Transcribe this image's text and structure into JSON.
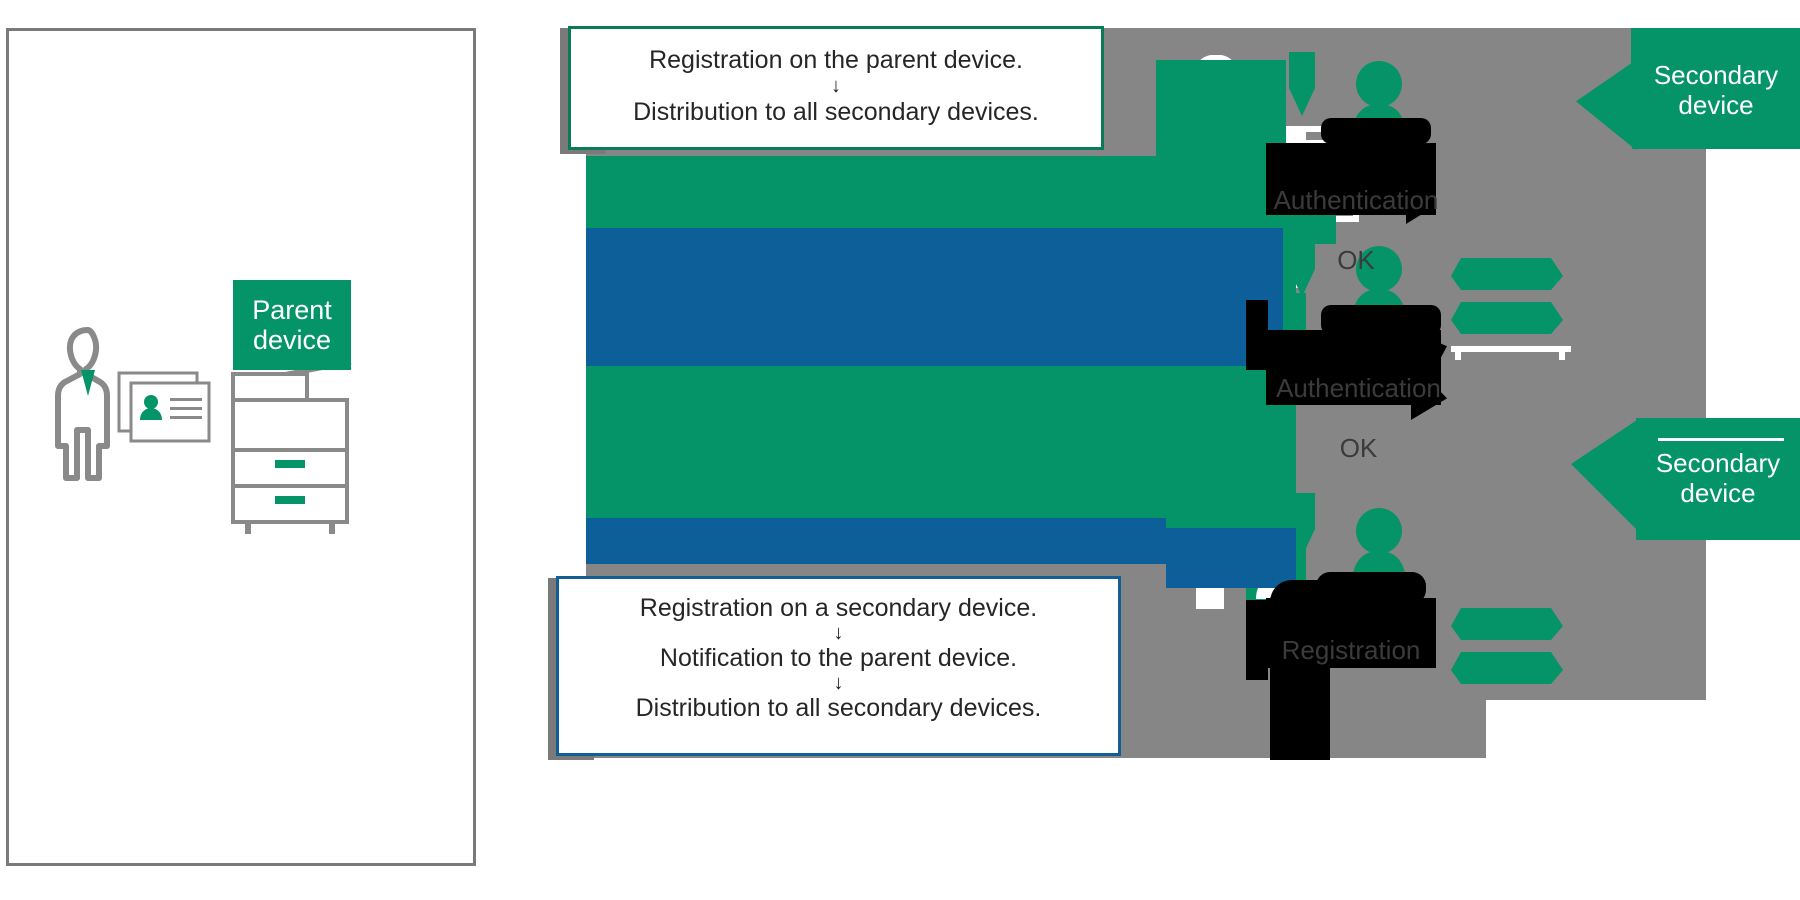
{
  "meta": {
    "title": "Card registration distribution between parent and secondary devices",
    "figure_kind": "diagram"
  },
  "colors": {
    "green": "#059467",
    "green_dark": "#0b7a56",
    "blue": "#0d5f99",
    "blue_dark": "#145e97",
    "gray_bg": "#868686",
    "gray_line": "#7a7a7a",
    "black": "#000000",
    "white": "#ffffff",
    "text": "#262626"
  },
  "left_panel": {
    "name": "parent-device-panel",
    "badge_label_line1": "Parent",
    "badge_label_line2": "device",
    "icons": [
      {
        "name": "person-icon",
        "description": "standing person with green necktie"
      },
      {
        "name": "id-card-stack-icon",
        "description": "two stacked ID cards with portrait and text lines"
      },
      {
        "name": "multifunction-printer-icon",
        "description": "MFP copier with two paper trays"
      }
    ]
  },
  "callouts": [
    {
      "name": "callout-parent-registration",
      "border_color": "#0b7a56",
      "lines": [
        "Registration on the parent device.",
        "Distribution to all secondary devices."
      ],
      "arrow": "↓"
    },
    {
      "name": "callout-secondary-registration",
      "border_color": "#145e97",
      "lines": [
        "Registration on a secondary device.",
        "Notification to the parent device.",
        "Distribution to all secondary devices."
      ],
      "arrow": "↓"
    }
  ],
  "secondary_badges": [
    {
      "name": "secondary-device-badge-top",
      "line1": "Secondary",
      "line2": "device"
    },
    {
      "name": "secondary-device-badge-bottom",
      "line1": "Secondary",
      "line2": "device"
    }
  ],
  "speech_bubbles": [
    {
      "name": "authentication-ok-bubble-1",
      "line1": "Authentication",
      "line2": "OK"
    },
    {
      "name": "authentication-ok-bubble-2",
      "line1": "Authentication",
      "line2": "OK"
    },
    {
      "name": "registration-bubble",
      "line1": "Registration",
      "line2": ""
    }
  ],
  "device_icons": [
    {
      "name": "person-with-tie-icon"
    },
    {
      "name": "id-card-icon"
    },
    {
      "name": "card-reader-icon"
    },
    {
      "name": "printer-icon"
    },
    {
      "name": "tie-icon"
    },
    {
      "name": "head-icon"
    }
  ]
}
